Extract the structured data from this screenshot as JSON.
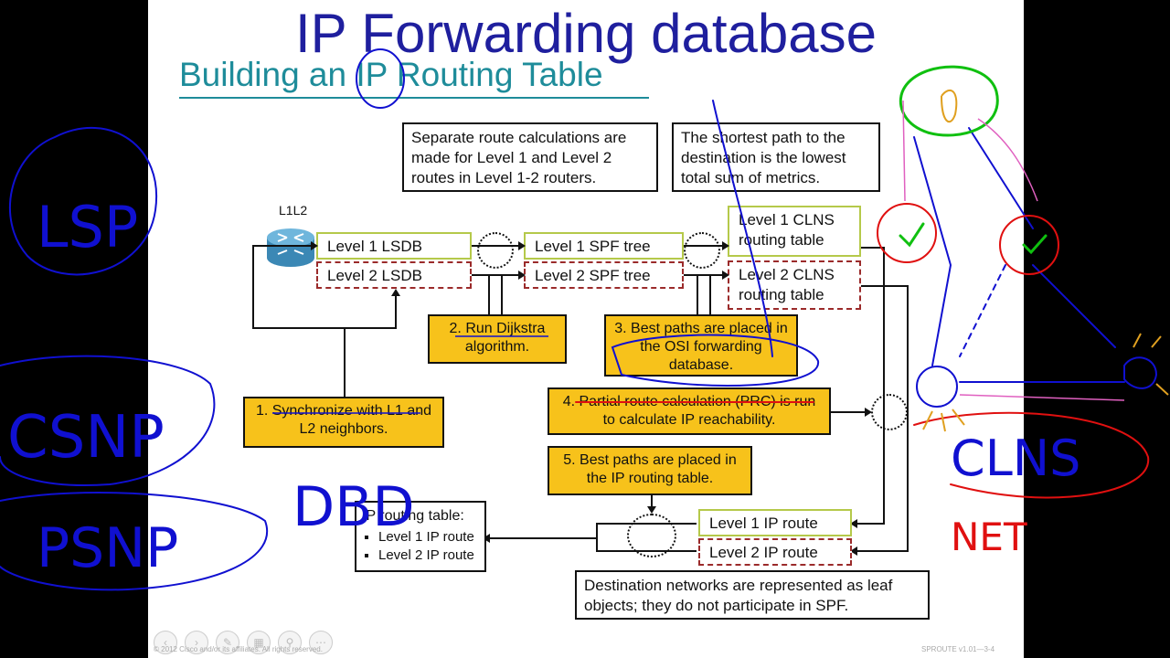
{
  "slide": {
    "title": "IP Forwarding database",
    "subtitle": "Building an IP Routing Table",
    "router_label": "L1L2",
    "callouts": {
      "separate": "Separate route calculations are made for Level 1 and Level 2 routes in Level 1-2 routers.",
      "shortest": "The shortest path to the destination is the lowest total sum of metrics.",
      "leaf": "Destination networks are represented as leaf objects; they do not participate in SPF."
    },
    "boxes": {
      "l1_lsdb": "Level 1 LSDB",
      "l2_lsdb": "Level 2 LSDB",
      "l1_spf": "Level 1 SPF tree",
      "l2_spf": "Level 2 SPF tree",
      "l1_clns": "Level 1 CLNS routing table",
      "l2_clns": "Level 2 CLNS routing table",
      "l1_ip": "Level 1 IP route",
      "l2_ip": "Level 2 IP route"
    },
    "steps": {
      "s1": "1. Synchronize with L1 and L2 neighbors.",
      "s2": "2. Run Dijkstra algorithm.",
      "s3": "3. Best paths are placed in the OSI forwarding database.",
      "s4": "4. Partial route calculation (PRC) is run to calculate IP reachability.",
      "s5": "5. Best paths are placed in the IP routing table."
    },
    "ip_table": {
      "title": "IP routing table:",
      "items": [
        "Level 1 IP route",
        "Level 2 IP route"
      ]
    },
    "footer_left": "© 2012 Cisco and/or its affiliates. All rights reserved.",
    "footer_right": "SPROUTE v1.01—3-4"
  },
  "annotations": {
    "lsp": "LSP",
    "csnp": "CSNP",
    "psnp": "PSNP",
    "dbd": "DBD",
    "clns": "CLNS",
    "net": "NET"
  },
  "colors": {
    "title": "#1f1f9e",
    "subtitle": "#1e8c9a",
    "step_fill": "#f7c21b",
    "l1_border": "#b5c94a",
    "l2_border": "#9b2b2b",
    "ink_blue": "#1010d0",
    "ink_red": "#e01010",
    "ink_green": "#10c010"
  }
}
